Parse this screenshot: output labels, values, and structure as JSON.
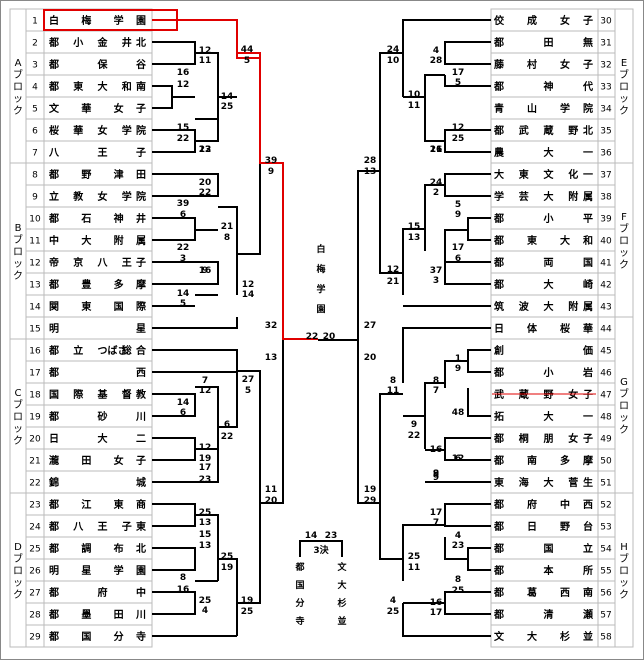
{
  "left_teams": [
    {
      "no": "1",
      "name": "白 梅 学 園"
    },
    {
      "no": "2",
      "name": "都 小 金 井 北"
    },
    {
      "no": "3",
      "name": "都 保 谷"
    },
    {
      "no": "4",
      "name": "都 東 大 和 南"
    },
    {
      "no": "5",
      "name": "文 華 女 子"
    },
    {
      "no": "6",
      "name": "桜 華 女 学 院"
    },
    {
      "no": "7",
      "name": "八 王 子"
    },
    {
      "no": "8",
      "name": "都 野 津 田"
    },
    {
      "no": "9",
      "name": "立 教 女 学 院"
    },
    {
      "no": "10",
      "name": "都 石 神 井"
    },
    {
      "no": "11",
      "name": "中 大 附 属"
    },
    {
      "no": "12",
      "name": "帝 京 八 王 子"
    },
    {
      "no": "13",
      "name": "都 豊 多 摩"
    },
    {
      "no": "14",
      "name": "関 東 国 際"
    },
    {
      "no": "15",
      "name": "明 星"
    },
    {
      "no": "16",
      "name": "都 立 つばさ 総 合"
    },
    {
      "no": "17",
      "name": "都 西"
    },
    {
      "no": "18",
      "name": "国 際 基 督 教"
    },
    {
      "no": "19",
      "name": "都 砂 川"
    },
    {
      "no": "20",
      "name": "日 大 二"
    },
    {
      "no": "21",
      "name": "瀧 田 女 子"
    },
    {
      "no": "22",
      "name": "錦 城"
    },
    {
      "no": "23",
      "name": "都 江 東 商"
    },
    {
      "no": "24",
      "name": "都 八 王 子 東"
    },
    {
      "no": "25",
      "name": "都 調 布 北"
    },
    {
      "no": "26",
      "name": "明 星 学 園"
    },
    {
      "no": "27",
      "name": "都 府 中"
    },
    {
      "no": "28",
      "name": "都 墨 田 川"
    },
    {
      "no": "29",
      "name": "都 国 分 寺"
    }
  ],
  "right_teams": [
    {
      "no": "30",
      "name": "佼 成 女 子"
    },
    {
      "no": "31",
      "name": "都 田 無"
    },
    {
      "no": "32",
      "name": "藤 村 女 子"
    },
    {
      "no": "33",
      "name": "都 神 代"
    },
    {
      "no": "34",
      "name": "青 山 学 院"
    },
    {
      "no": "35",
      "name": "都 武 蔵 野 北"
    },
    {
      "no": "36",
      "name": "農 大 一"
    },
    {
      "no": "37",
      "name": "大 東 文 化 一"
    },
    {
      "no": "38",
      "name": "学 芸 大 附 属"
    },
    {
      "no": "39",
      "name": "都 小 平"
    },
    {
      "no": "40",
      "name": "都 東 大 和"
    },
    {
      "no": "41",
      "name": "都 両 国"
    },
    {
      "no": "42",
      "name": "都 大 崎"
    },
    {
      "no": "43",
      "name": "筑 波 大 附 属"
    },
    {
      "no": "44",
      "name": "日 体 桜 華"
    },
    {
      "no": "45",
      "name": "創 価"
    },
    {
      "no": "46",
      "name": "都 小 岩"
    },
    {
      "no": "47",
      "name": "武 蔵 野 女 子"
    },
    {
      "no": "48",
      "name": "拓 大 一"
    },
    {
      "no": "49",
      "name": "都 桐 朋 女 子"
    },
    {
      "no": "50",
      "name": "都 南 多 摩"
    },
    {
      "no": "51",
      "name": "東 海 大 菅 生"
    },
    {
      "no": "52",
      "name": "都 府 中 西"
    },
    {
      "no": "53",
      "name": "都 日 野 台"
    },
    {
      "no": "54",
      "name": "都 国 立"
    },
    {
      "no": "55",
      "name": "都 本 所"
    },
    {
      "no": "56",
      "name": "都 葛 西 南"
    },
    {
      "no": "57",
      "name": "都 清 瀬"
    },
    {
      "no": "58",
      "name": "文 大 杉 並"
    }
  ],
  "blocks_left": [
    {
      "label": "Aブロック"
    },
    {
      "label": "Bブロック"
    },
    {
      "label": "Cブロック"
    },
    {
      "label": "Dブロック"
    }
  ],
  "blocks_right": [
    {
      "label": "Eブロック"
    },
    {
      "label": "Fブロック"
    },
    {
      "label": "Gブロック"
    },
    {
      "label": "Hブロック"
    }
  ],
  "scores_left": [
    {
      "a": "12",
      "b": "11"
    },
    {
      "a": "16",
      "b": "12"
    },
    {
      "a": "15",
      "b": "22"
    },
    {
      "a": "12",
      "b": "23"
    },
    {
      "a": "14",
      "b": "25"
    },
    {
      "a": "44",
      "b": "5"
    },
    {
      "a": "20",
      "b": "22"
    },
    {
      "a": "39",
      "b": "6"
    },
    {
      "a": "22",
      "b": "3"
    },
    {
      "a": "16",
      "b": "9"
    },
    {
      "a": "21",
      "b": "8"
    },
    {
      "a": "14",
      "b": "5"
    },
    {
      "a": "12",
      "b": "14"
    },
    {
      "a": "39",
      "b": "9"
    },
    {
      "a": "7",
      "b": "12"
    },
    {
      "a": "14",
      "b": "6"
    },
    {
      "a": "12",
      "b": "19"
    },
    {
      "a": "17",
      "b": "23"
    },
    {
      "a": "6",
      "b": "22"
    },
    {
      "a": "27",
      "b": "5"
    },
    {
      "a": "25",
      "b": "13"
    },
    {
      "a": "15",
      "b": "13"
    },
    {
      "a": "8",
      "b": "16"
    },
    {
      "a": "25",
      "b": "4"
    },
    {
      "a": "25",
      "b": "19"
    },
    {
      "a": "19",
      "b": "25"
    },
    {
      "a": "11",
      "b": "20"
    },
    {
      "a": "32",
      "b": "13"
    }
  ],
  "scores_right": [
    {
      "a": "4",
      "b": "28"
    },
    {
      "a": "17",
      "b": "5"
    },
    {
      "a": "12",
      "b": "25"
    },
    {
      "a": "16",
      "b": "21"
    },
    {
      "a": "10",
      "b": "11"
    },
    {
      "a": "24",
      "b": "10"
    },
    {
      "a": "24",
      "b": "2"
    },
    {
      "a": "5",
      "b": "9"
    },
    {
      "a": "17",
      "b": "6"
    },
    {
      "a": "37",
      "b": "3"
    },
    {
      "a": "15",
      "b": "13"
    },
    {
      "a": "12",
      "b": "21"
    },
    {
      "a": "28",
      "b": "13"
    },
    {
      "a": "1",
      "b": "9"
    },
    {
      "a": "8",
      "b": "7"
    },
    {
      "a": "-",
      "b": "48"
    },
    {
      "a": "6",
      "b": "12"
    },
    {
      "a": "8",
      "b": "9"
    },
    {
      "a": "16",
      "b": "9"
    },
    {
      "a": "9",
      "b": "22"
    },
    {
      "a": "8",
      "b": "11"
    },
    {
      "a": "17",
      "b": "7"
    },
    {
      "a": "4",
      "b": "23"
    },
    {
      "a": "8",
      "b": "25"
    },
    {
      "a": "16",
      "b": "17"
    },
    {
      "a": "25",
      "b": "11"
    },
    {
      "a": "4",
      "b": "25"
    },
    {
      "a": "19",
      "b": "29"
    },
    {
      "a": "27",
      "b": "20"
    }
  ],
  "final": {
    "winner": "白 梅 学 園",
    "score_left": "22",
    "score_right": "20"
  },
  "third_place": {
    "score_left": "14",
    "score_right": "23",
    "label": "3決",
    "team_left": "都 国 分 寺",
    "team_right": "文 大 杉 並"
  },
  "colors": {
    "winner_path": "#e00000",
    "line": "#000000",
    "strike": "#e00000"
  }
}
